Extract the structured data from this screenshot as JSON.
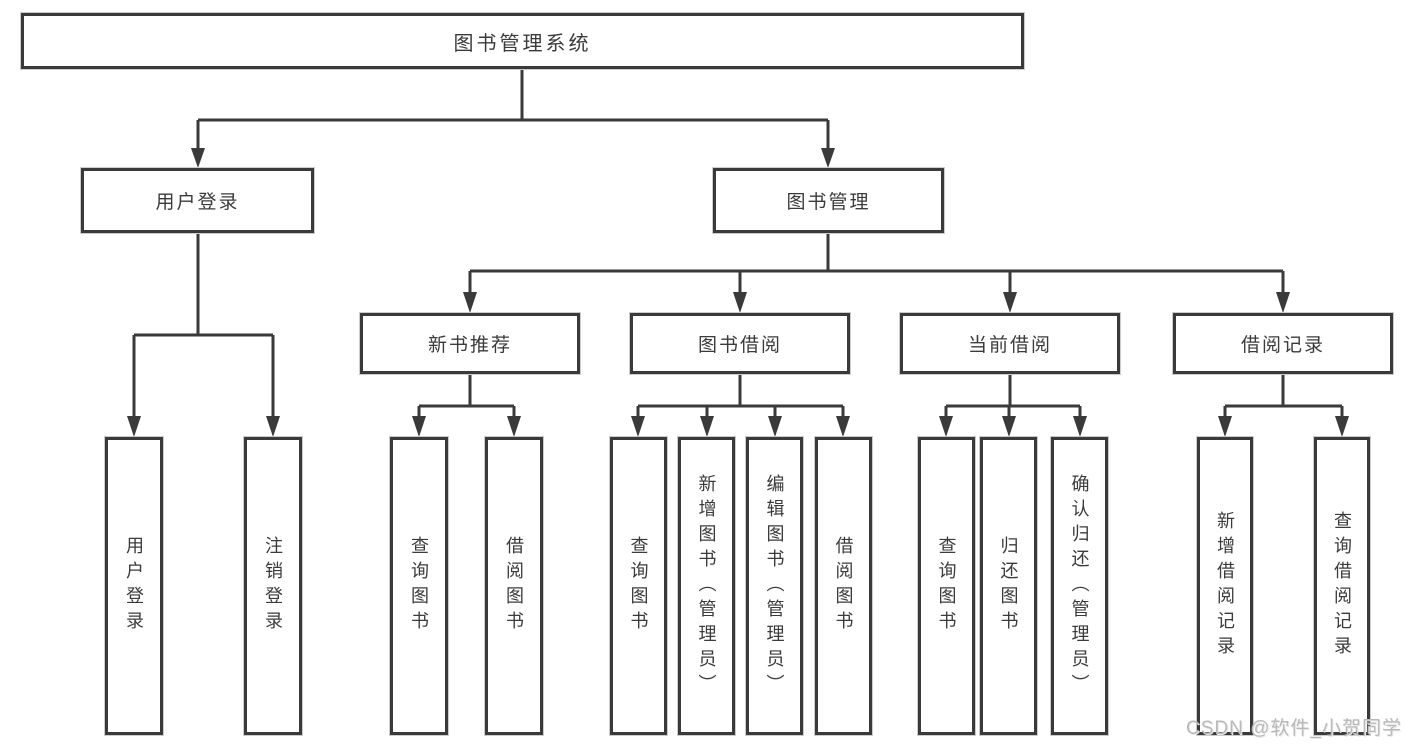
{
  "diagram": {
    "type": "hierarchy-tree",
    "root": {
      "label": "图书管理系统"
    },
    "user_login": {
      "label": "用户登录",
      "children": {
        "login": {
          "label": "用户登录"
        },
        "logout": {
          "label": "注销登录"
        }
      }
    },
    "book_mgmt": {
      "label": "图书管理",
      "children": {
        "new_book_rec": {
          "label": "新书推荐",
          "children": {
            "query_book": {
              "label": "查询图书"
            },
            "borrow_book": {
              "label": "借阅图书"
            }
          }
        },
        "book_borrow": {
          "label": "图书借阅",
          "children": {
            "query_book": {
              "label": "查询图书"
            },
            "add_book": {
              "label": "新增图书（管理员）"
            },
            "edit_book": {
              "label": "编辑图书（管理员）"
            },
            "borrow_book": {
              "label": "借阅图书"
            }
          }
        },
        "current_borrow": {
          "label": "当前借阅",
          "children": {
            "query_book": {
              "label": "查询图书"
            },
            "return_book": {
              "label": "归还图书"
            },
            "confirm_return": {
              "label": "确认归还（管理员）"
            }
          }
        },
        "borrow_record": {
          "label": "借阅记录",
          "children": {
            "add_record": {
              "label": "新增借阅记录"
            },
            "query_record": {
              "label": "查询借阅记录"
            }
          }
        }
      }
    }
  },
  "watermark": {
    "text": "CSDN @软件_小贺同学"
  },
  "colors": {
    "line": "#3a3a3a",
    "text": "#3b3b3b",
    "watermark": "#b9b9b9",
    "background": "#ffffff"
  }
}
